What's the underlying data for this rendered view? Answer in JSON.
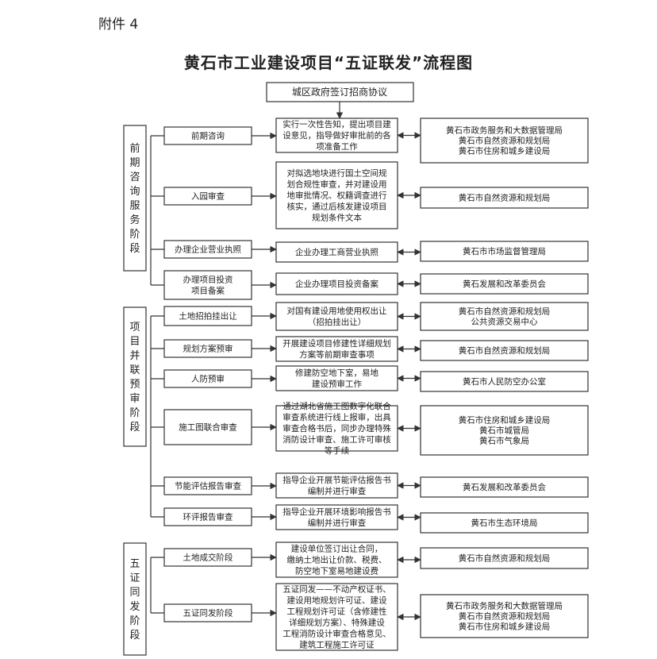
{
  "attachment_label": "附件 4",
  "title": "黄石市工业建设项目“五证联发”流程图",
  "top_box": "城区政府签订招商协议",
  "stages": [
    {
      "label": "前期咨询服务阶段",
      "steps": [
        {
          "step": [
            "前期咨询"
          ],
          "desc": [
            "实行一次性告知，提出项目建",
            "设意见，指导做好审批前的各",
            "项准备工作"
          ],
          "dept": [
            "黄石市政务服务和大数据管理局",
            "黄石市自然资源和规划局",
            "黄石市住房和城乡建设局"
          ]
        },
        {
          "step": [
            "入园审查"
          ],
          "desc": [
            "对拟选地块进行国土空间规",
            "划合规性审查，并对建设用",
            "地审批情况、权籍调查进行",
            "核实，通过后核发建设项目",
            "规划条件文本"
          ],
          "dept": [
            "黄石市自然资源和规划局"
          ]
        },
        {
          "step": [
            "办理企业营业执照"
          ],
          "desc": [
            "企业办理工商营业执照"
          ],
          "dept": [
            "黄石市市场监督管理局"
          ]
        },
        {
          "step": [
            "办理项目投资",
            "项目备案"
          ],
          "desc": [
            "企业办理项目投资备案"
          ],
          "dept": [
            "黄石发展和改革委员会"
          ]
        }
      ]
    },
    {
      "label": "项目并联预审阶段",
      "steps": [
        {
          "step": [
            "土地招拍挂出让"
          ],
          "desc": [
            "对国有建设用地使用权出让",
            "（招拍挂出让）"
          ],
          "dept": [
            "黄石市自然资源和规划局",
            "公共资源交易中心"
          ]
        },
        {
          "step": [
            "规划方案预审"
          ],
          "desc": [
            "开展建设项目修建性详细规划",
            "方案等前期审查事项"
          ],
          "dept": [
            "黄石市自然资源和规划局"
          ]
        },
        {
          "step": [
            "人防预审"
          ],
          "desc": [
            "修建防空地下室，易地",
            "建设预审工作"
          ],
          "dept": [
            "黄石市人民防空办公室"
          ]
        },
        {
          "step": [
            "施工图联合审查"
          ],
          "desc": [
            "通过湖北省施工图数字化联合",
            "审查系统进行线上报审，出具",
            "审查合格书后，同步办理特殊",
            "消防设计审查、施工许可审核",
            "等手续"
          ],
          "dept": [
            "黄石市住房和城乡建设局",
            "黄石市城管局",
            "黄石市气象局"
          ]
        },
        {
          "step": [
            "节能评估报告审查"
          ],
          "desc": [
            "指导企业开展节能评估报告书",
            "编制并进行审查"
          ],
          "dept": [
            "黄石发展和改革委员会"
          ]
        },
        {
          "step": [
            "环评报告审查"
          ],
          "desc": [
            "指导企业开展环境影响报告书",
            "编制并进行审查"
          ],
          "dept": [
            "黄石市生态环境局"
          ]
        }
      ]
    },
    {
      "label": "五证同发阶段",
      "steps": [
        {
          "step": [
            "土地成交阶段"
          ],
          "desc": [
            "建设单位签订出让合同，",
            "缴纳土地出让价款、税费、",
            "防空地下室易地建设费"
          ],
          "dept": [
            "黄石市自然资源和规划局"
          ]
        },
        {
          "step": [
            "五证同发阶段"
          ],
          "desc": [
            "五证同发——不动产权证书、",
            "建设用地规划许可证、建设",
            "工程规划许可证（含修建性",
            "详细规划方案）、特殊建设",
            "工程消防设计审查合格意见、",
            "建筑工程施工许可证"
          ],
          "dept": [
            "黄石市政务服务和大数据管理局",
            "黄石市自然资源和规划局",
            "黄石市住房和城乡建设局"
          ]
        }
      ]
    }
  ]
}
